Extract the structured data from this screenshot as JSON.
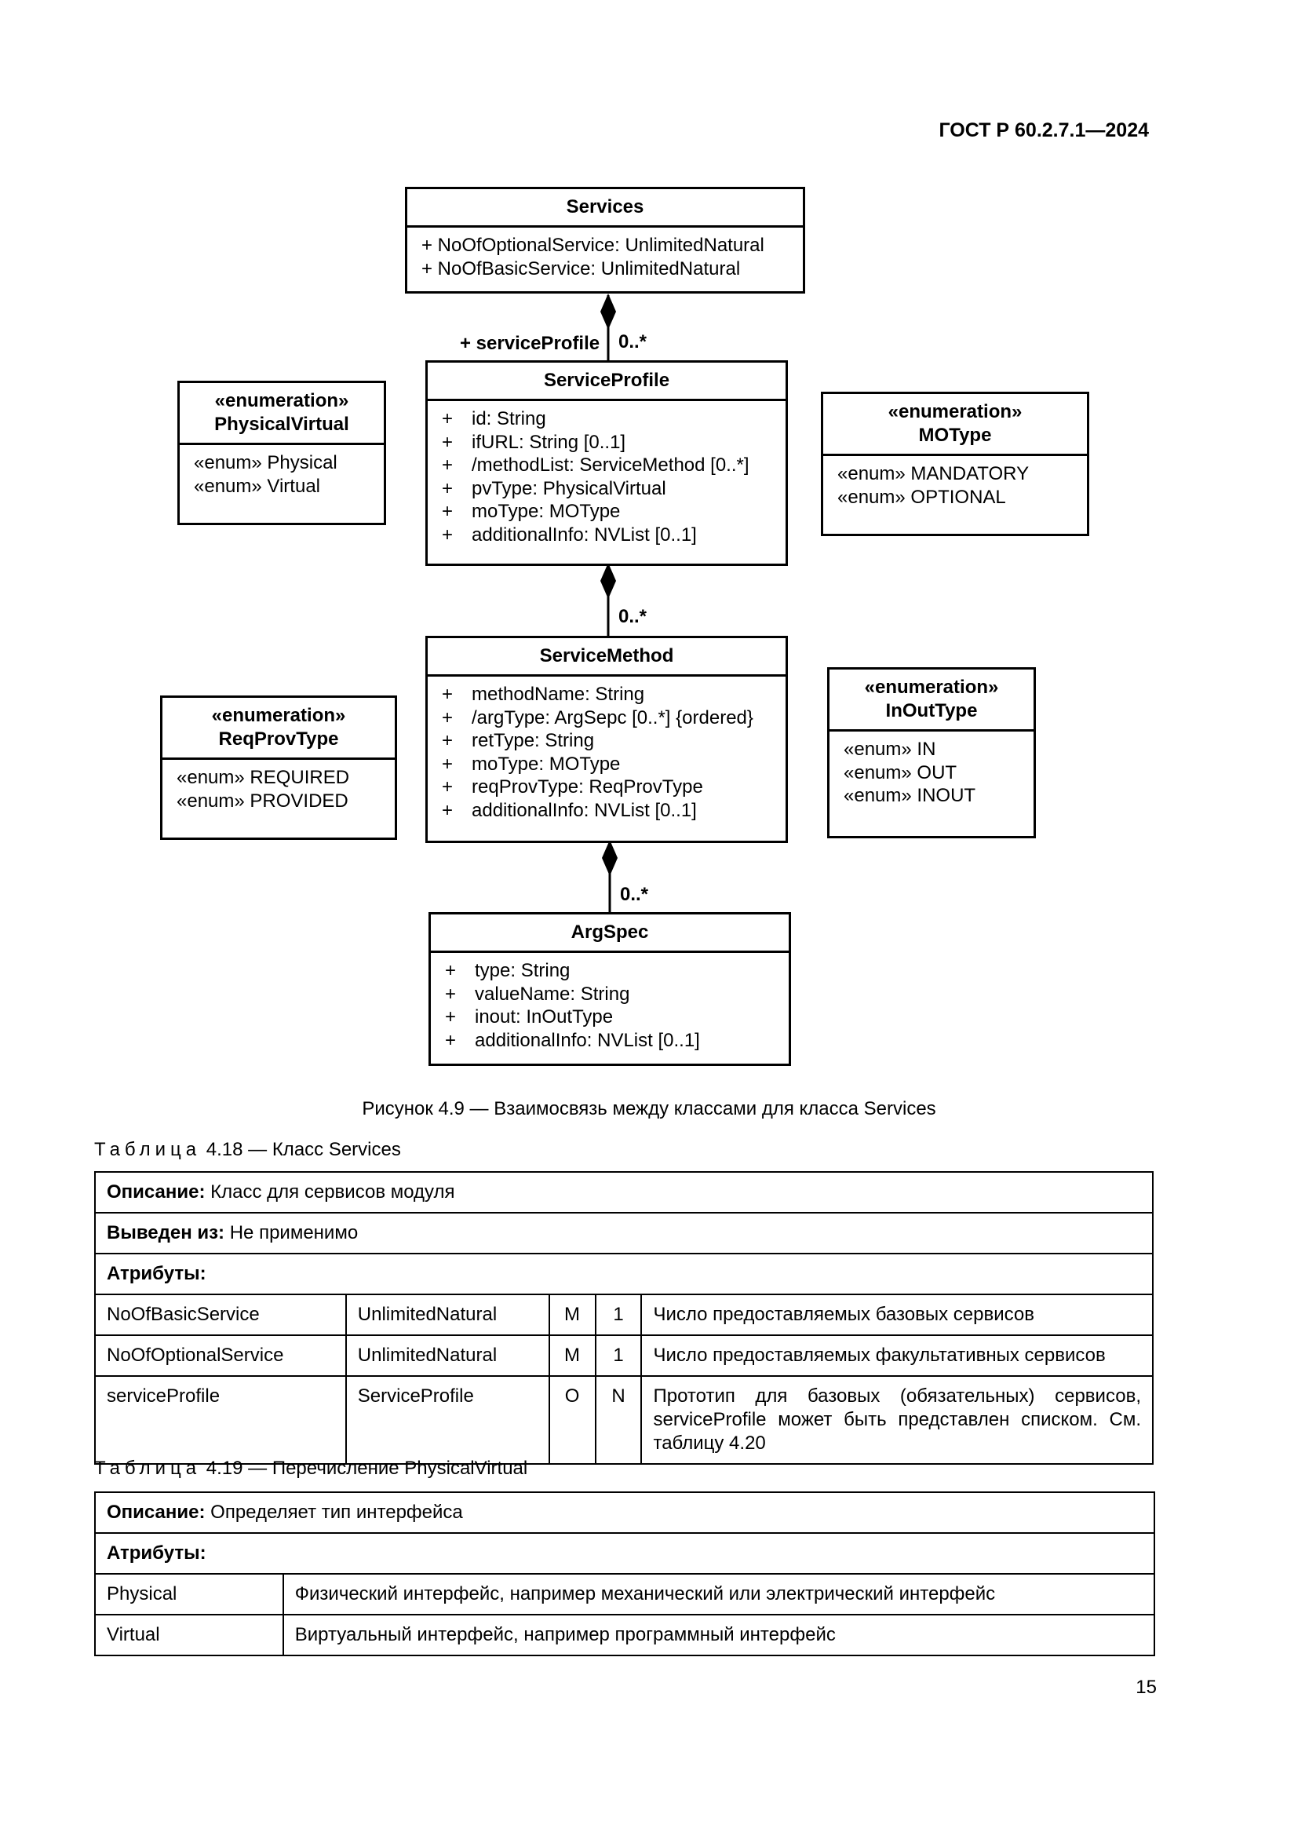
{
  "header": {
    "code": "ГОСТ Р 60.2.7.1—2024"
  },
  "diagram": {
    "services": {
      "name": "Services",
      "attrs": [
        "+ NoOfOptionalService: UnlimitedNatural",
        "+ NoOfBasicService: UnlimitedNatural"
      ]
    },
    "link1": {
      "role": "+ serviceProfile",
      "mult": "0..*"
    },
    "serviceProfile": {
      "name": "ServiceProfile",
      "attrs": [
        "id: String",
        "ifURL: String [0..1]",
        "/methodList: ServiceMethod [0..*]",
        "pvType: PhysicalVirtual",
        "moType: MOType",
        "additionalInfo: NVList [0..1]"
      ]
    },
    "physicalVirtual": {
      "stereo": "«enumeration»",
      "name": "PhysicalVirtual",
      "values": [
        "«enum» Physical",
        "«enum» Virtual"
      ]
    },
    "moType": {
      "stereo": "«enumeration»",
      "name": "MOType",
      "values": [
        "«enum» MANDATORY",
        "«enum» OPTIONAL"
      ]
    },
    "link2": {
      "mult": "0..*"
    },
    "serviceMethod": {
      "name": "ServiceMethod",
      "attrs": [
        "methodName: String",
        "/argType: ArgSepc [0..*] {ordered}",
        "retType: String",
        "moType: MOType",
        "reqProvType: ReqProvType",
        "additionalInfo: NVList [0..1]"
      ]
    },
    "reqProvType": {
      "stereo": "«enumeration»",
      "name": "ReqProvType",
      "values": [
        "«enum» REQUIRED",
        "«enum» PROVIDED"
      ]
    },
    "inOutType": {
      "stereo": "«enumeration»",
      "name": "InOutType",
      "values": [
        "«enum» IN",
        "«enum» OUT",
        "«enum» INOUT"
      ]
    },
    "link3": {
      "mult": "0..*"
    },
    "argSpec": {
      "name": "ArgSpec",
      "attrs": [
        "type: String",
        "valueName: String",
        "inout: InOutType",
        "additionalInfo: NVList [0..1]"
      ]
    }
  },
  "figure_caption": "Рисунок 4.9 — Взаимосвязь между классами для класса Services",
  "table418": {
    "title_prefix": "Таблица",
    "title_rest": "4.18 — Класс Services",
    "desc_label": "Описание:",
    "desc_value": "Класс для сервисов модуля",
    "derived_label": "Выведен из:",
    "derived_value": "Не применимо",
    "attrs_label": "Атрибуты:",
    "rows": [
      [
        "NoOfBasicService",
        "UnlimitedNatural",
        "M",
        "1",
        "Число предоставляемых базовых сервисов"
      ],
      [
        "NoOfOptionalService",
        "UnlimitedNatural",
        "M",
        "1",
        "Число предоставляемых факультативных сервисов"
      ],
      [
        "serviceProfile",
        "ServiceProfile",
        "O",
        "N",
        "Прототип для базовых (обязательных) сервисов, serviceProfile может быть представлен списком. См. таблицу 4.20"
      ]
    ]
  },
  "table419": {
    "title_prefix": "Таблица",
    "title_rest": "4.19 — Перечисление PhysicalVirtual",
    "desc_label": "Описание:",
    "desc_value": "Определяет тип интерфейса",
    "attrs_label": "Атрибуты:",
    "rows": [
      [
        "Physical",
        "Физический интерфейс, например механический или электрический интерфейс"
      ],
      [
        "Virtual",
        "Виртуальный интерфейс, например программный интерфейс"
      ]
    ]
  },
  "page_number": "15"
}
